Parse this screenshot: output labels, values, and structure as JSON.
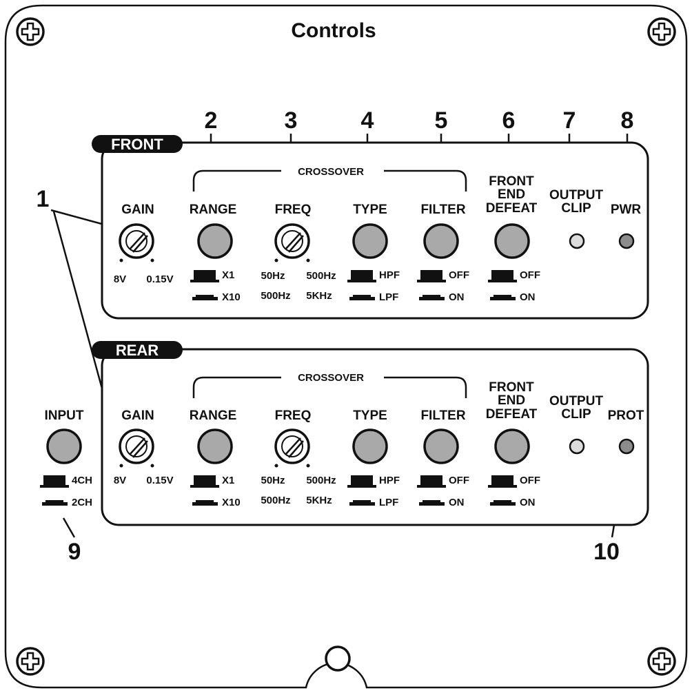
{
  "title": "Controls",
  "front": {
    "tab": "FRONT",
    "crossover": "CROSSOVER",
    "gain": {
      "label": "GAIN",
      "left": "8V",
      "right": "0.15V"
    },
    "range": {
      "label": "RANGE",
      "up": "X1",
      "down": "X10"
    },
    "freq": {
      "label": "FREQ",
      "up_left": "50Hz",
      "up_right": "500Hz",
      "down_left": "500Hz",
      "down_right": "5KHz"
    },
    "type": {
      "label": "TYPE",
      "up": "HPF",
      "down": "LPF"
    },
    "filter": {
      "label": "FILTER",
      "up": "OFF",
      "down": "ON"
    },
    "defeat": {
      "line1": "FRONT",
      "line2": "END",
      "line3": "DEFEAT",
      "up": "OFF",
      "down": "ON"
    },
    "clip": {
      "line1": "OUTPUT",
      "line2": "CLIP"
    },
    "status": "PWR"
  },
  "rear": {
    "tab": "REAR",
    "crossover": "CROSSOVER",
    "input": {
      "label": "INPUT",
      "up": "4CH",
      "down": "2CH"
    },
    "gain": {
      "label": "GAIN",
      "left": "8V",
      "right": "0.15V"
    },
    "range": {
      "label": "RANGE",
      "up": "X1",
      "down": "X10"
    },
    "freq": {
      "label": "FREQ",
      "up_left": "50Hz",
      "up_right": "500Hz",
      "down_left": "500Hz",
      "down_right": "5KHz"
    },
    "type": {
      "label": "TYPE",
      "up": "HPF",
      "down": "LPF"
    },
    "filter": {
      "label": "FILTER",
      "up": "OFF",
      "down": "ON"
    },
    "defeat": {
      "line1": "FRONT",
      "line2": "END",
      "line3": "DEFEAT",
      "up": "OFF",
      "down": "ON"
    },
    "clip": {
      "line1": "OUTPUT",
      "line2": "CLIP"
    },
    "status": "PROT"
  },
  "callouts": {
    "n1": "1",
    "n2": "2",
    "n3": "3",
    "n4": "4",
    "n5": "5",
    "n6": "6",
    "n7": "7",
    "n8": "8",
    "n9": "9",
    "n10": "10"
  },
  "icons": {
    "corner_screws": "phillips-screw-icon",
    "bottom_hole": "mounting-hole-icon"
  }
}
